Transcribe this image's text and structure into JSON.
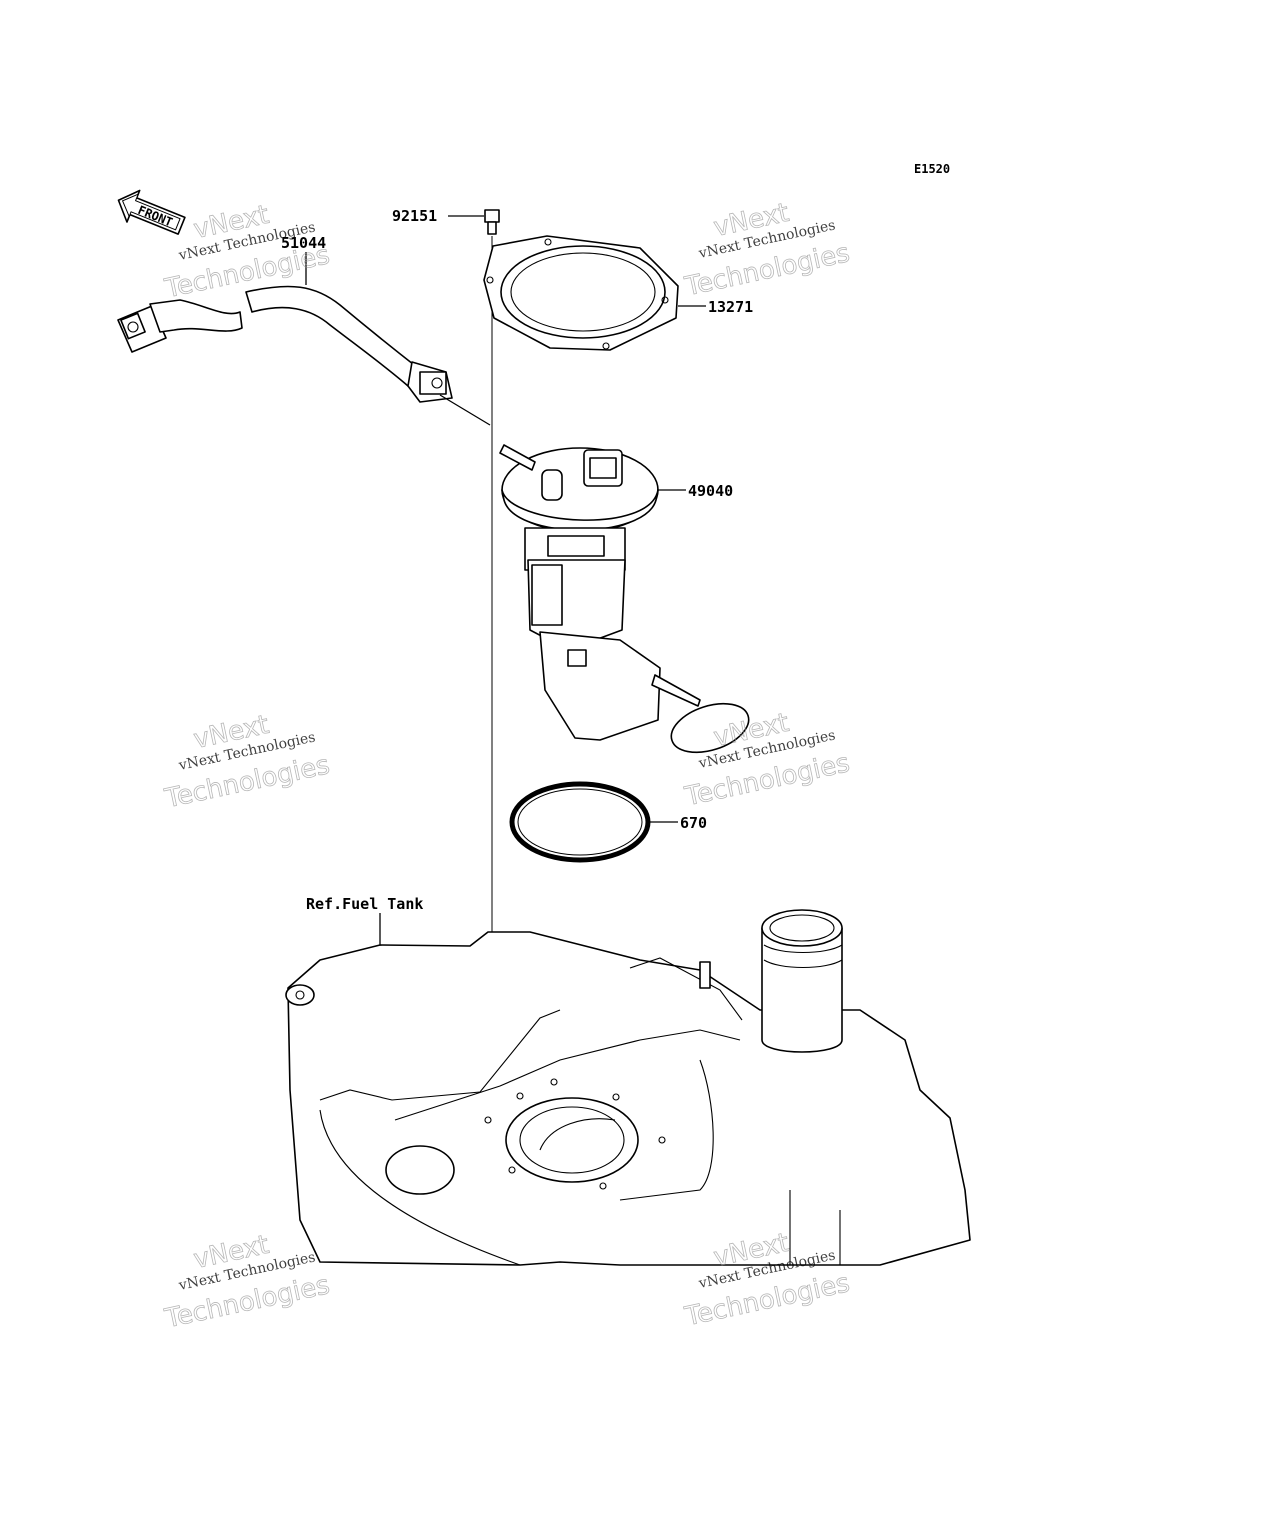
{
  "diagram_code": "E1520",
  "front_label": "FRONT",
  "parts": [
    {
      "id": "p1",
      "number": "92151",
      "name": "bolt"
    },
    {
      "id": "p2",
      "number": "13271",
      "name": "plate"
    },
    {
      "id": "p3",
      "number": "51044",
      "name": "fuel hose"
    },
    {
      "id": "p4",
      "number": "49040",
      "name": "fuel pump"
    },
    {
      "id": "p5",
      "number": "670",
      "name": "o-ring"
    }
  ],
  "reference_label": "Ref.Fuel Tank",
  "watermark": {
    "line1": "vNext",
    "line2": "vNext Technologies",
    "line3": "Technologies"
  }
}
